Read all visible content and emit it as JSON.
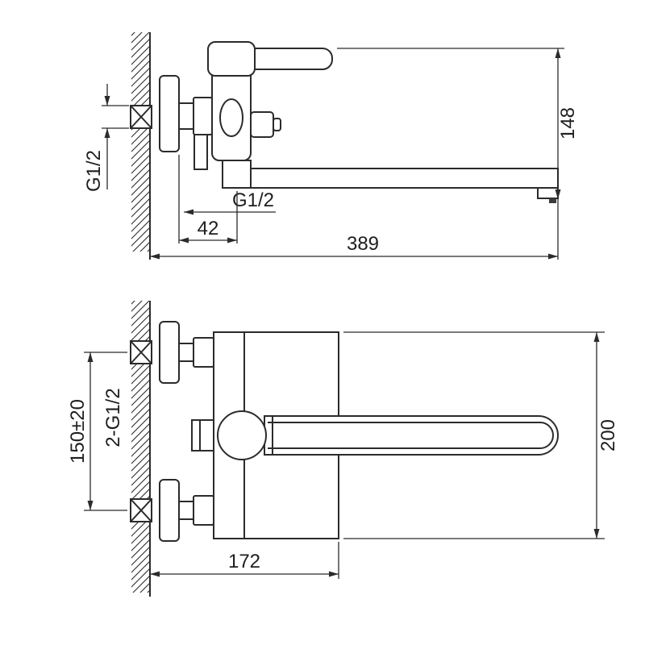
{
  "meta": {
    "background": "#ffffff",
    "line_color": "#2b2b2b",
    "drawing_type": "wall-mounted-faucet-dimension-drawing"
  },
  "views": {
    "side": {
      "labels": {
        "inlet_thread": "G1/2",
        "outlet_thread": "G1/2",
        "wall_offset": "42",
        "spout_reach": "389",
        "overall_height": "148"
      }
    },
    "plan": {
      "labels": {
        "inlet_spacing": "150±20",
        "inlet_threads": "2-G1/2",
        "body_reach": "172",
        "body_length": "200"
      }
    }
  }
}
